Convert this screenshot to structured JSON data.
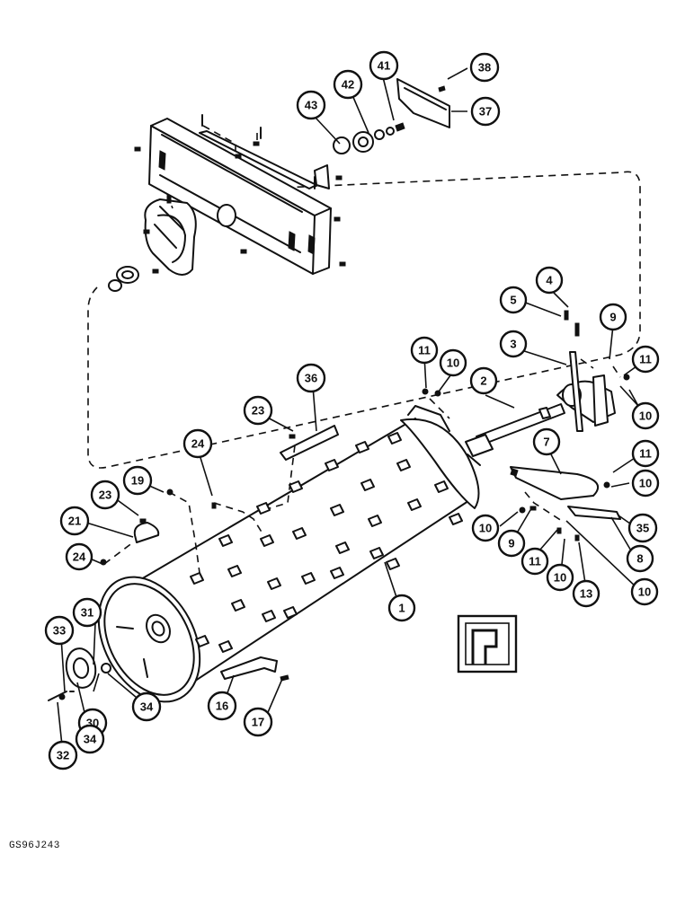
{
  "figure_code": "GS96J243",
  "callouts": [
    "1",
    "2",
    "3",
    "4",
    "5",
    "7",
    "8",
    "9",
    "9",
    "10",
    "10",
    "10",
    "10",
    "10",
    "10",
    "11",
    "11",
    "11",
    "11",
    "13",
    "16",
    "17",
    "19",
    "21",
    "23",
    "23",
    "24",
    "24",
    "30",
    "31",
    "32",
    "33",
    "34",
    "34",
    "35",
    "36",
    "37",
    "38",
    "41",
    "42",
    "43"
  ],
  "symbol_icon": "section-reference-icon"
}
